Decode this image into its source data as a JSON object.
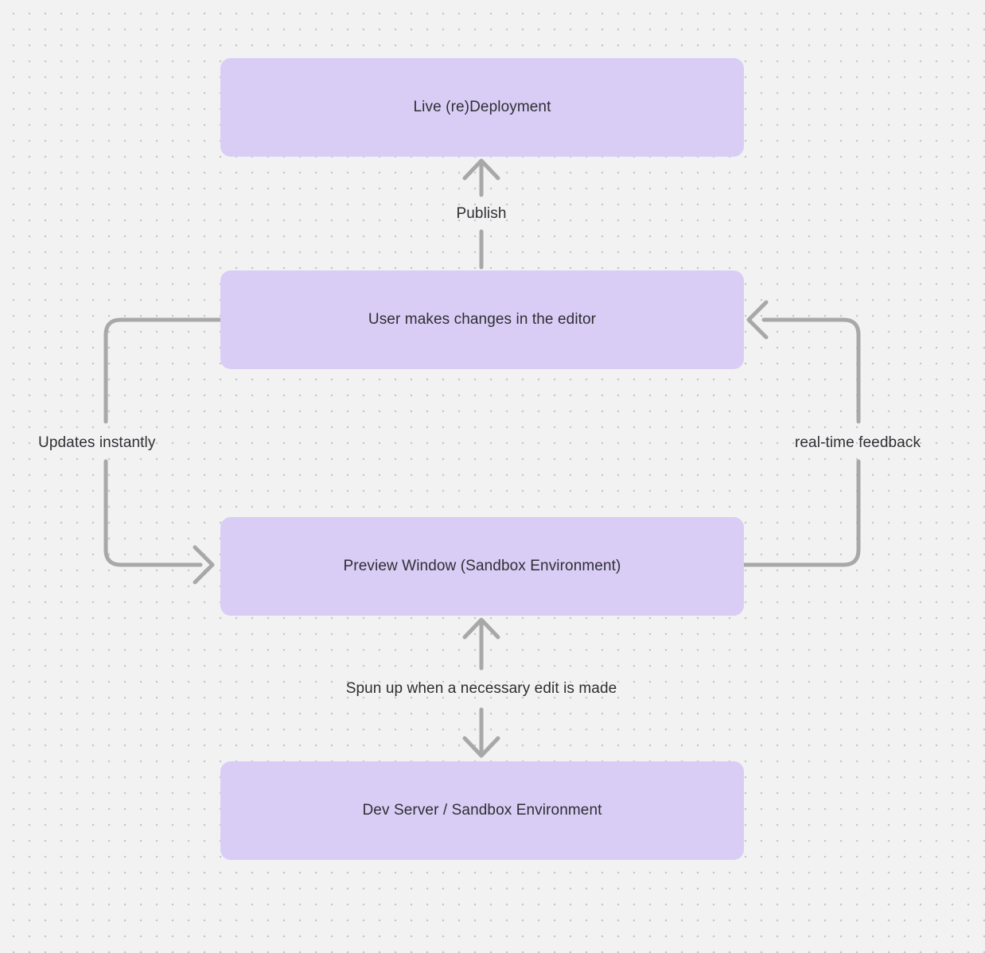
{
  "diagram": {
    "title": "editor deployment flow",
    "colors": {
      "canvas_background": "#f2f2f2",
      "grid_dot": "#c6c6c6",
      "node_fill": "#d9cdf6",
      "text": "#2f2e33",
      "connector": "#a8a8a8"
    },
    "nodes": [
      {
        "id": "live-redeployment",
        "label": "Live (re)Deployment"
      },
      {
        "id": "user-editor",
        "label": "User makes changes in the editor"
      },
      {
        "id": "preview-window",
        "label": "Preview Window (Sandbox Environment)"
      },
      {
        "id": "dev-server",
        "label": "Dev Server / Sandbox Environment"
      }
    ],
    "edges": [
      {
        "id": "publish",
        "from": "user-editor",
        "to": "live-redeployment",
        "label": "Publish",
        "direction": "up"
      },
      {
        "id": "updates-instantly",
        "from": "user-editor",
        "to": "preview-window",
        "label": "Updates instantly",
        "direction": "left-loop-down"
      },
      {
        "id": "realtime-feedback",
        "from": "preview-window",
        "to": "user-editor",
        "label": "real-time feedback",
        "direction": "right-loop-up"
      },
      {
        "id": "spun-up",
        "from": "dev-server",
        "to": "preview-window",
        "label": "Spun up when a necessary edit is made",
        "direction": "bidirectional"
      }
    ]
  }
}
